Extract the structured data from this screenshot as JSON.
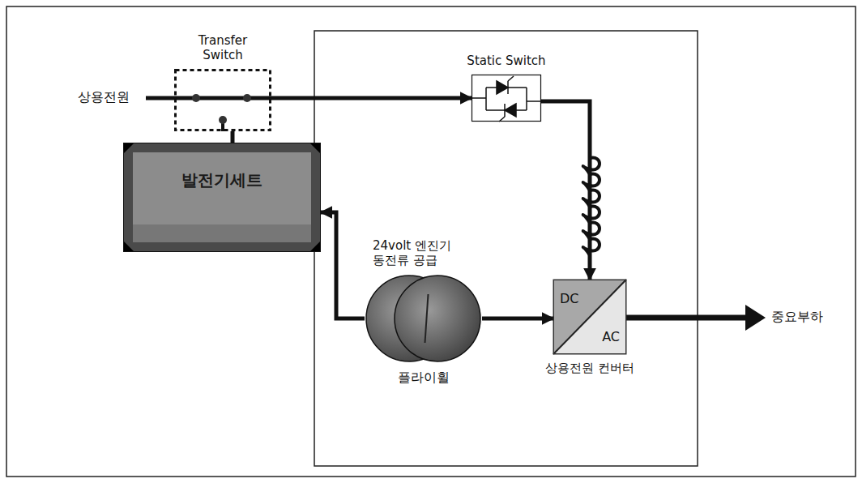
{
  "diagram": {
    "nodes": [
      {
        "text": [
          "Transfer Switch"
        ]
      },
      {
        "text": [
          "Static Switch"
        ]
      },
      {
        "text": [
          "발전기세트"
        ]
      },
      {
        "text": [
          "24volt 엔진기동전류 공급",
          "플라이휠"
        ]
      },
      {
        "text": [
          "AC",
          "DC",
          "상용전원 컨버터"
        ]
      }
    ],
    "edges": [
      {
        "from": 0,
        "to": 1,
        "arrow": "to"
      },
      {
        "from": 1,
        "to": 4,
        "arrow": "to"
      },
      {
        "from": 2,
        "to": 0,
        "arrow": "none"
      },
      {
        "from": 3,
        "to": 2,
        "arrow": "to"
      },
      {
        "from": 3,
        "to": 4,
        "arrow": "to"
      }
    ],
    "labels": [
      "상용전원",
      "중요부하"
    ]
  }
}
